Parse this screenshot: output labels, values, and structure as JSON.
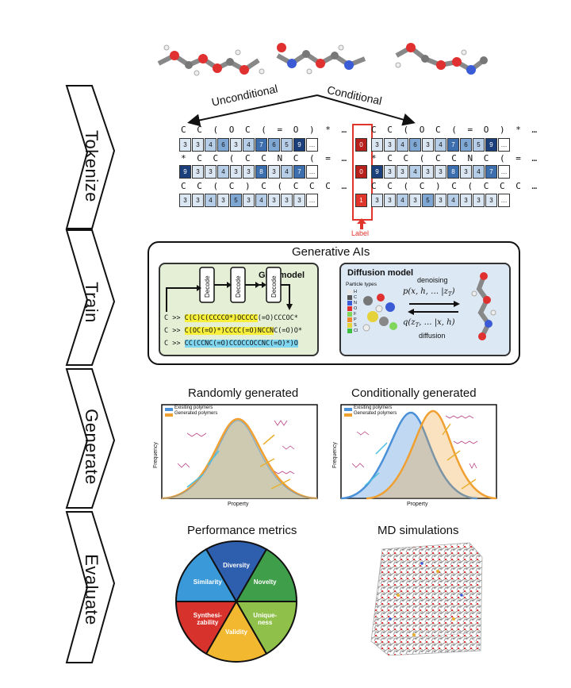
{
  "stages": [
    "Tokenize",
    "Train",
    "Generate",
    "Evaluate"
  ],
  "top": {
    "unconditional_label": "Unconditional",
    "conditional_label": "Conditional"
  },
  "tokenize": {
    "rows": [
      {
        "text": "C C ( O C ( = O ) * …",
        "cells": [
          "3",
          "3",
          "4",
          "6",
          "3",
          "4",
          "7",
          "6",
          "5",
          "9",
          "…"
        ],
        "shades": [
          1,
          1,
          2,
          3,
          1,
          2,
          4,
          3,
          2,
          5,
          0
        ]
      },
      {
        "text": "* C C ( C C N C ( = …",
        "cells": [
          "9",
          "3",
          "3",
          "4",
          "3",
          "3",
          "8",
          "3",
          "4",
          "7",
          "…"
        ],
        "shades": [
          5,
          1,
          1,
          2,
          1,
          1,
          4,
          1,
          2,
          4,
          0
        ]
      },
      {
        "text": "C C ( C ) C ( C C C …",
        "cells": [
          "3",
          "3",
          "4",
          "3",
          "5",
          "3",
          "4",
          "3",
          "3",
          "3",
          "…"
        ],
        "shades": [
          1,
          1,
          2,
          1,
          3,
          1,
          2,
          1,
          1,
          1,
          0
        ]
      }
    ],
    "labels": [
      "0",
      "0",
      "1"
    ],
    "label_caption": "Label",
    "accent": "#e0352b"
  },
  "train": {
    "title": "Generative AIs",
    "gpt": {
      "title": "GPT model",
      "block": "Decode",
      "lines": [
        [
          "C >> ",
          "C(C)C(CCCCO*)OCCCC",
          "(=O)CCCOC*"
        ],
        [
          "C >> ",
          "C(OC(=O)*)CCCC(=O)NCCN",
          "C(=O)O*"
        ],
        [
          "C >> ",
          "CC(CCNC(=O)CCOCCOCCNC(=O)*)O",
          ""
        ]
      ]
    },
    "diffusion": {
      "title": "Diffusion model",
      "legend_title": "Particle types",
      "legend": [
        "H",
        "C",
        "N",
        "O",
        "F",
        "P",
        "S",
        "Cl"
      ],
      "legend_colors": [
        "#e8e8e8",
        "#555555",
        "#3b5bd6",
        "#e03030",
        "#7fd65a",
        "#f08a2a",
        "#e5d23a",
        "#3fbf3f"
      ],
      "denoising": "denoising",
      "diffusion": "diffusion",
      "forward_eq": "p(x, h, … |z",
      "forward_sub": "T",
      "reverse_eq": "q(z",
      "reverse_sub": "T",
      "reverse_tail": ", … |x, h)"
    }
  },
  "generate": {
    "random_title": "Randomly generated",
    "conditional_title": "Conditionally generated",
    "legend": [
      "Exisiting polymers",
      "Generated polymers"
    ],
    "xlabel": "Property",
    "ylabel": "Frequency",
    "colors": {
      "existing": "#4a90d9",
      "generated": "#f0a030"
    }
  },
  "evaluate": {
    "metrics_title": "Performance metrics",
    "md_title": "MD simulations",
    "pie": [
      {
        "label": "Diversity",
        "color": "#2e5fae"
      },
      {
        "label": "Novelty",
        "color": "#3f9e4a"
      },
      {
        "label": "Unique-\nness",
        "color": "#8fc14a"
      },
      {
        "label": "Validity",
        "color": "#f2b830"
      },
      {
        "label": "Synthesi-\nzability",
        "color": "#d8322c"
      },
      {
        "label": "Similarity",
        "color": "#3a9ad9"
      }
    ]
  }
}
